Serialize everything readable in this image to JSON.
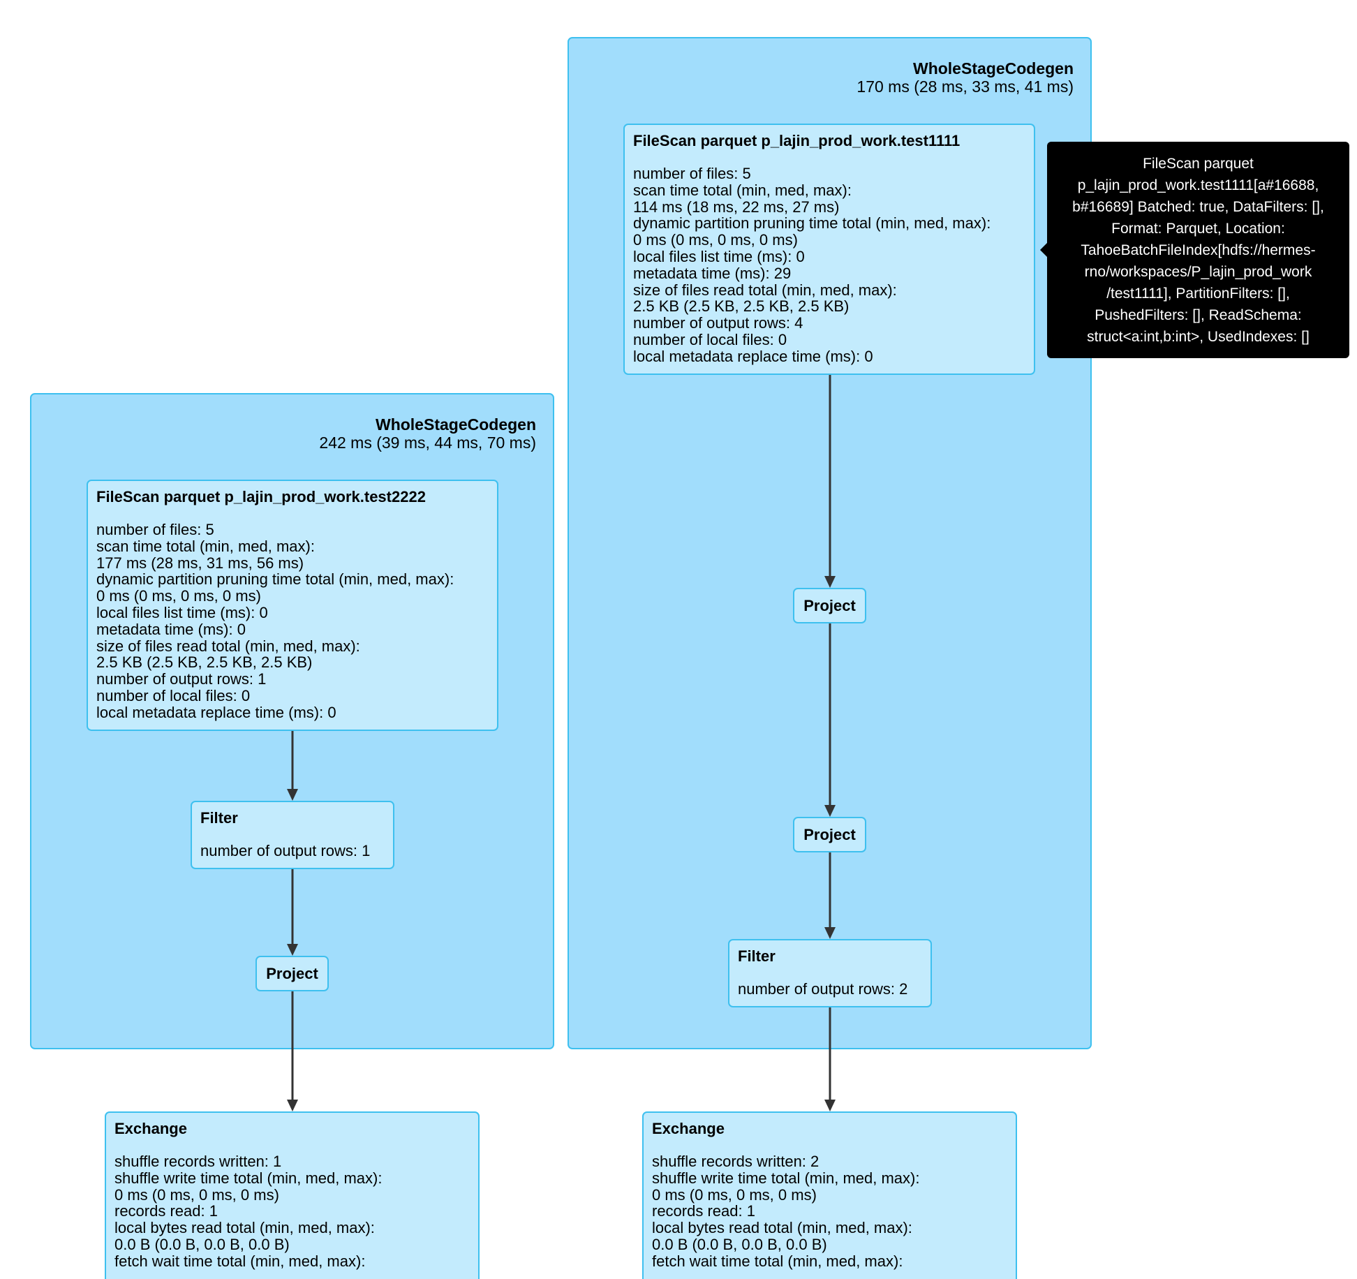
{
  "clusters": {
    "left": {
      "name": "WholeStageCodegen",
      "metric": "242 ms (39 ms, 44 ms, 70 ms)"
    },
    "right": {
      "name": "WholeStageCodegen",
      "metric": "170 ms (28 ms, 33 ms, 41 ms)"
    }
  },
  "nodes": {
    "scan_left": {
      "title": "FileScan parquet p_lajin_prod_work.test2222",
      "metrics": [
        "number of files: 5",
        "scan time total (min, med, max):",
        "177 ms (28 ms, 31 ms, 56 ms)",
        "dynamic partition pruning time total (min, med, max):",
        "0 ms (0 ms, 0 ms, 0 ms)",
        "local files list time (ms): 0",
        "metadata time (ms): 0",
        "size of files read total (min, med, max):",
        "2.5 KB (2.5 KB, 2.5 KB, 2.5 KB)",
        "number of output rows: 1",
        "number of local files: 0",
        "local metadata replace time (ms): 0"
      ]
    },
    "filter_left": {
      "title": "Filter",
      "metrics": [
        "number of output rows: 1"
      ]
    },
    "project_left": {
      "title": "Project"
    },
    "exchange_left": {
      "title": "Exchange",
      "metrics": [
        "shuffle records written: 1",
        "shuffle write time total (min, med, max):",
        "0 ms (0 ms, 0 ms, 0 ms)",
        "records read: 1",
        "local bytes read total (min, med, max):",
        "0.0 B (0.0 B, 0.0 B, 0.0 B)",
        "fetch wait time total (min, med, max):"
      ]
    },
    "scan_right": {
      "title": "FileScan parquet p_lajin_prod_work.test1111",
      "metrics": [
        "number of files: 5",
        "scan time total (min, med, max):",
        "114 ms (18 ms, 22 ms, 27 ms)",
        "dynamic partition pruning time total (min, med, max):",
        "0 ms (0 ms, 0 ms, 0 ms)",
        "local files list time (ms): 0",
        "metadata time (ms): 29",
        "size of files read total (min, med, max):",
        "2.5 KB (2.5 KB, 2.5 KB, 2.5 KB)",
        "number of output rows: 4",
        "number of local files: 0",
        "local metadata replace time (ms): 0"
      ]
    },
    "project_right_1": {
      "title": "Project"
    },
    "project_right_2": {
      "title": "Project"
    },
    "filter_right": {
      "title": "Filter",
      "metrics": [
        "number of output rows: 2"
      ]
    },
    "exchange_right": {
      "title": "Exchange",
      "metrics": [
        "shuffle records written: 2",
        "shuffle write time total (min, med, max):",
        "0 ms (0 ms, 0 ms, 0 ms)",
        "records read: 1",
        "local bytes read total (min, med, max):",
        "0.0 B (0.0 B, 0.0 B, 0.0 B)",
        "fetch wait time total (min, med, max):"
      ]
    }
  },
  "tooltip": {
    "text": "FileScan parquet\np_lajin_prod_work.test1111[a#16688,\nb#16689] Batched: true, DataFilters: [],\nFormat: Parquet, Location:\nTahoeBatchFileIndex[hdfs://hermes-\nrno/workspaces/P_lajin_prod_work\n/test1111], PartitionFilters: [],\nPushedFilters: [], ReadSchema:\nstruct<a:int,b:int>, UsedIndexes: []"
  },
  "colors": {
    "cluster_fill": "#a1ddfc",
    "node_fill": "#c3ebfd",
    "border": "#3ec0ef",
    "edge": "#333333",
    "tooltip_bg": "#000000",
    "tooltip_text": "#ffffff"
  }
}
